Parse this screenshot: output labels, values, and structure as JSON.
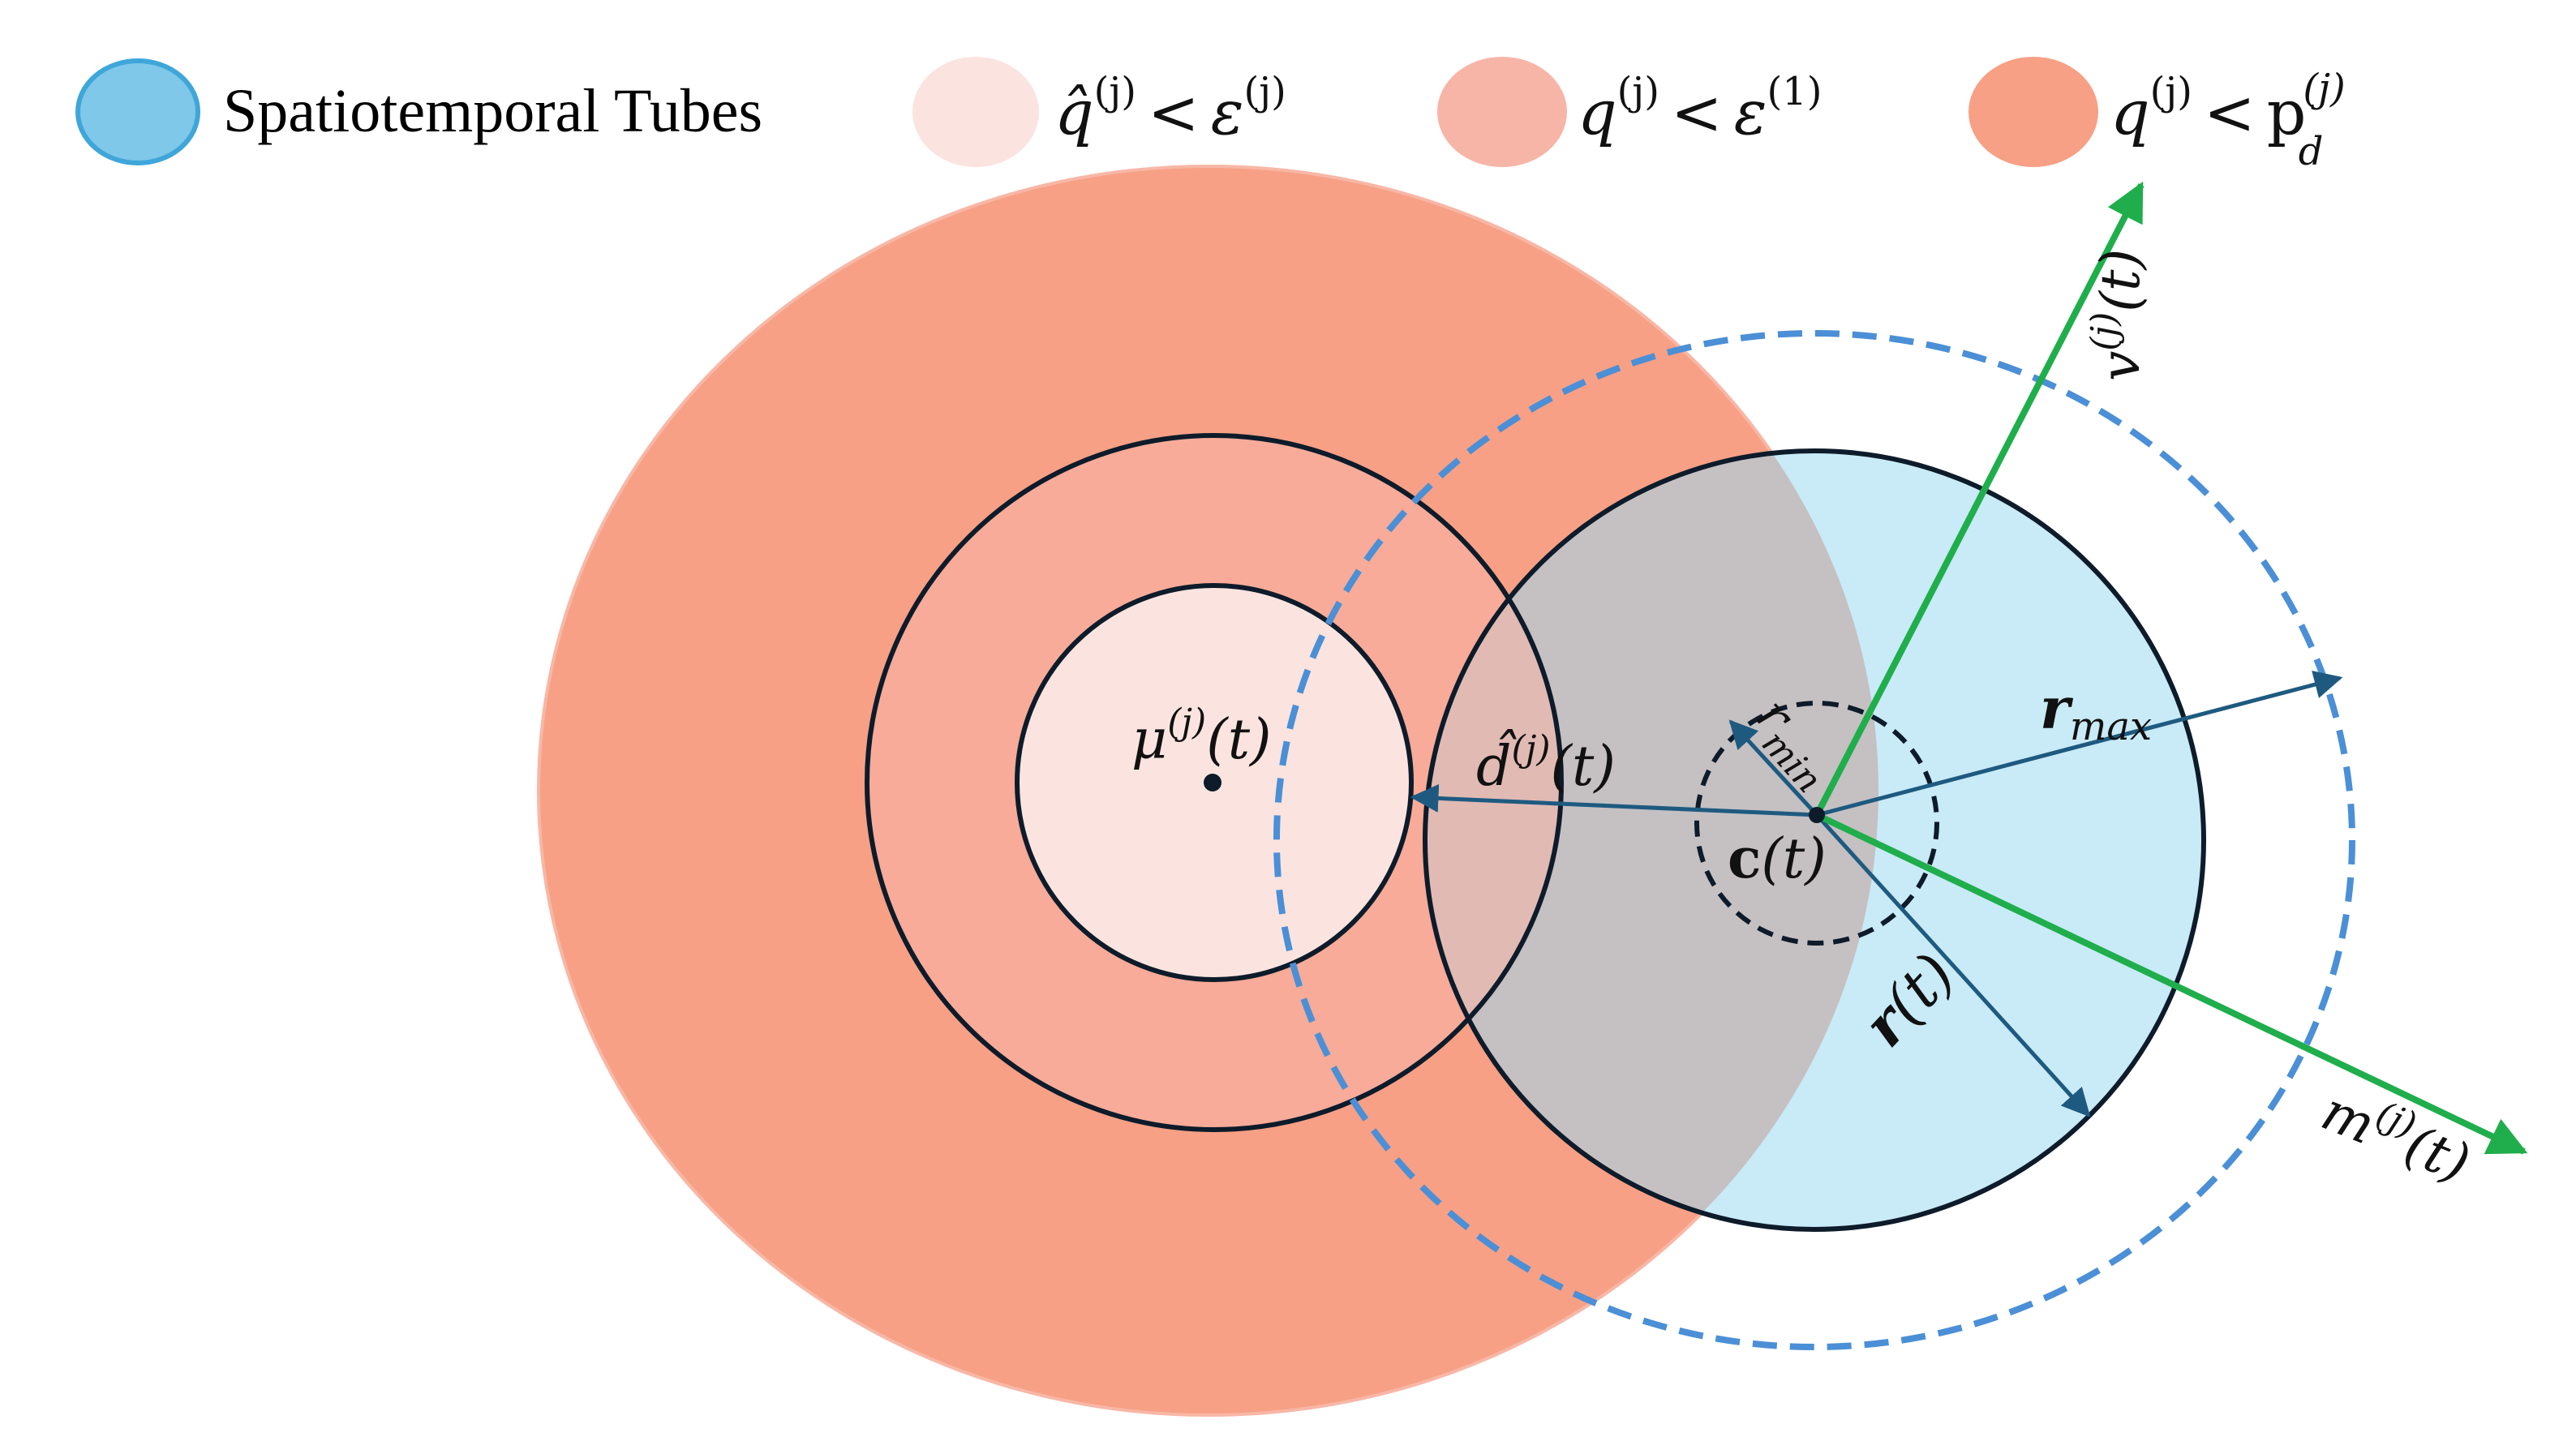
{
  "legend": {
    "tubes_label": "Spatiotemporal Tubes",
    "qhat_sym": "q̂",
    "qhat_sup": "(j)",
    "lt": "<",
    "eps_sym": "ε",
    "eps_sup_j": "(j)",
    "q_sym": "q",
    "q_sup": "(j)",
    "eps_sup_1": "(1)",
    "p_sym": "p",
    "p_sup": "(j)",
    "p_sub": "d"
  },
  "labels": {
    "mu_sym": "μ",
    "mu_sup": "(j)",
    "mu_arg": "(t)",
    "dhat_sym": "d̂",
    "dhat_sup": "(j)",
    "dhat_arg": "(t)",
    "c_sym": "c",
    "c_arg": "(t)",
    "rmin_sym": "r",
    "rmin_sub": "min",
    "rmax_sym": "r",
    "rmax_sub": "max",
    "r_sym": "r",
    "r_arg": "(t)",
    "v_sym": "v",
    "v_sup": "(j)",
    "v_arg": "(t)",
    "m_sym": "m",
    "m_sup": "(j)",
    "m_arg": "(t)"
  },
  "colors": {
    "outer_region": "#f7a085",
    "middle_region": "#f7b5a8",
    "inner_region": "#fbe4df",
    "tube_fill": "#c9eaf7",
    "tube_legend": "#7fc8ea",
    "overlap": "#c5c0c2",
    "dashed_circle": "#4b8fd6",
    "arrow_blue": "#1e5a80",
    "arrow_green": "#1fae4b",
    "outline": "#0d1b2a"
  }
}
